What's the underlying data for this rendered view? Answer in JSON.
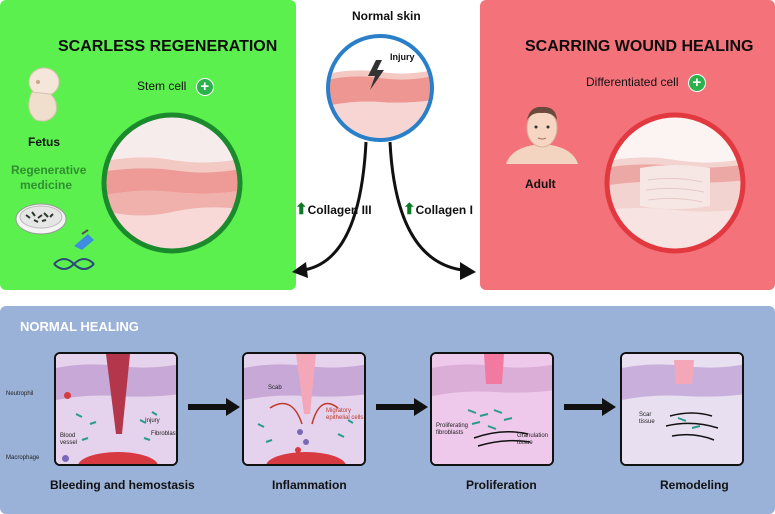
{
  "top": {
    "normal_skin": "Normal skin",
    "injury": "Injury",
    "collagen_left": "Collagen III",
    "collagen_right": "Collagen I"
  },
  "left_panel": {
    "title": "SCARLESS REGENERATION",
    "stem_cell": "Stem cell",
    "fetus": "Fetus",
    "regen_line1": "Regenerative",
    "regen_line2": "medicine",
    "color": "#5cf04f"
  },
  "right_panel": {
    "title": "SCARRING WOUND HEALING",
    "differentiated": "Differentiated  cell",
    "adult": "Adult",
    "color": "#f4727a"
  },
  "bottom": {
    "title": "NORMAL HEALING",
    "color": "#9ab1d8",
    "stages": [
      {
        "label": "Bleeding and hemostasis"
      },
      {
        "label": "Inflammation"
      },
      {
        "label": "Proliferation"
      },
      {
        "label": "Remodeling"
      }
    ],
    "annotations": {
      "neutrophil": "Neutrophil",
      "macrophage": "Macrophage",
      "blood_vessel_1": "Blood",
      "blood_vessel_2": "vessel",
      "injury": "Injury",
      "fibroblast": "Fibroblast",
      "scab": "Scab",
      "migratory_1": "Migratory",
      "migratory_2": "epithelial cells",
      "prolif_1": "Proliferating",
      "prolif_2": "fibroblasts",
      "gran_1": "Granulation",
      "gran_2": "tissue",
      "scar_1": "Scar",
      "scar_2": "tissue"
    }
  },
  "icons": [
    "plus-icon",
    "lightning-icon",
    "fetus-icon",
    "petri-dish-icon",
    "dna-icon",
    "adult-face-icon",
    "arrow-icon"
  ]
}
